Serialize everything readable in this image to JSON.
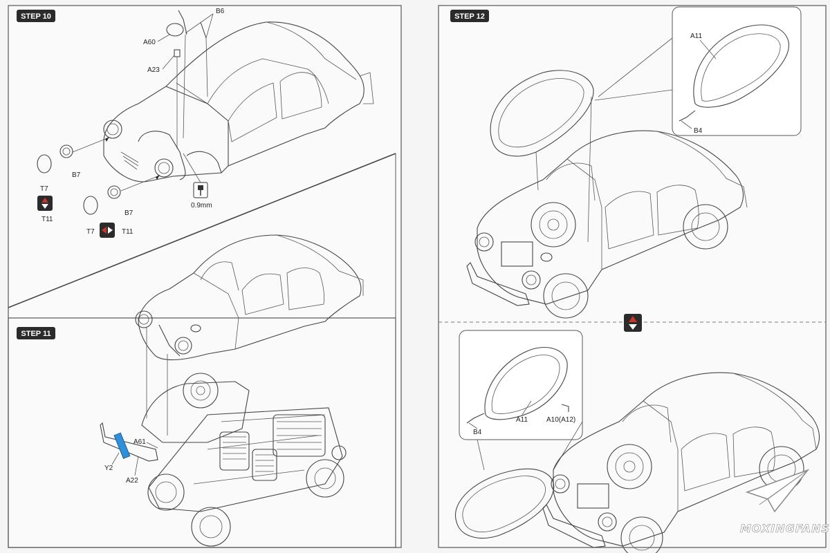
{
  "steps": {
    "step10": {
      "title": "STEP 10",
      "labels": {
        "b6": "B6",
        "a60": "A60",
        "a23": "A23",
        "b7_left": "B7",
        "b7_right": "B7",
        "t7_left": "T7",
        "t7_right": "T7",
        "t11_left": "T11",
        "t11_right": "T11",
        "drill": "0.9mm"
      }
    },
    "step11": {
      "title": "STEP 11",
      "labels": {
        "a61": "A61",
        "y2": "Y2",
        "a22": "A22"
      }
    },
    "step12": {
      "title": "STEP 12",
      "inset_top": {
        "a11": "A11",
        "b4": "B4"
      },
      "inset_bottom": {
        "a11": "A11",
        "a10": "A10(A12)",
        "b4": "B4"
      }
    }
  },
  "colors": {
    "step_badge": "#2b2b2b",
    "arrow_red": "#c8362b",
    "highlight_blue": "#2f8fd8"
  },
  "icons": {
    "drill": "drill-icon",
    "swap_vertical": "swap-vertical-icon",
    "swap_horizontal": "swap-horizontal-icon"
  },
  "watermark": "MOXINGFANS.COM"
}
